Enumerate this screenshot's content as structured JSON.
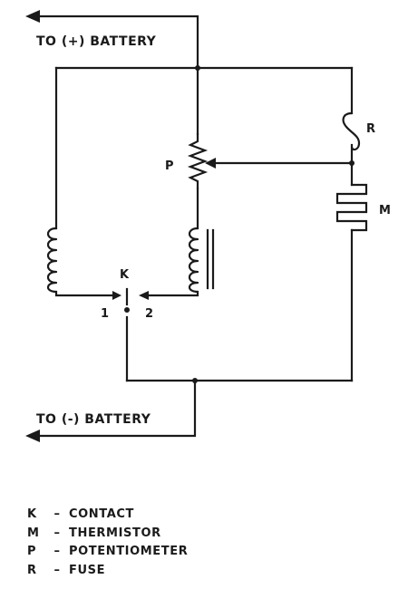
{
  "diagram": {
    "labels": {
      "battery_pos": "TO (+) BATTERY",
      "battery_neg": "TO (-) BATTERY",
      "r": "R",
      "p": "P",
      "m": "M",
      "k": "K",
      "contact_1": "1",
      "contact_2": "2"
    }
  },
  "legend": {
    "dash": "–",
    "items": [
      {
        "key": "K",
        "desc": "CONTACT"
      },
      {
        "key": "M",
        "desc": "THERMISTOR"
      },
      {
        "key": "P",
        "desc": "POTENTIOMETER"
      },
      {
        "key": "R",
        "desc": "FUSE"
      }
    ]
  }
}
